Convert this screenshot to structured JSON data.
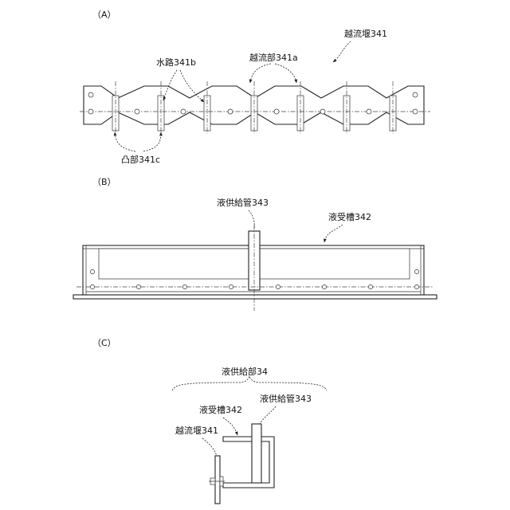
{
  "panels": {
    "a": {
      "label": "（A）",
      "weir": "越流堰341",
      "channel": "水路341b",
      "overflow": "越流部341a",
      "protrusion": "凸部341c"
    },
    "b": {
      "label": "（B）",
      "pipe": "液供給管343",
      "tank": "液受槽342"
    },
    "c": {
      "label": "（C）",
      "unit": "液供給部34",
      "tank": "液受槽342",
      "pipe": "液供給管343",
      "weir": "越流堰341"
    }
  }
}
